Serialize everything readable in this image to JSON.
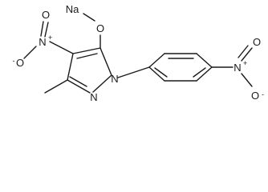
{
  "structure": {
    "atoms": {
      "sodium": "Na",
      "oxygen_link": "O",
      "nitro_left_nitrogen": "N",
      "nitro_left_oxygen_minus": "O",
      "nitro_left_oxygen_top": "O",
      "ring_n1": "N",
      "ring_n2": "N",
      "nitro_right_nitrogen": "N",
      "nitro_right_oxygen_top": "O",
      "nitro_right_oxygen_minus": "O"
    },
    "charges": {
      "plus": "+",
      "minus": "-"
    }
  }
}
